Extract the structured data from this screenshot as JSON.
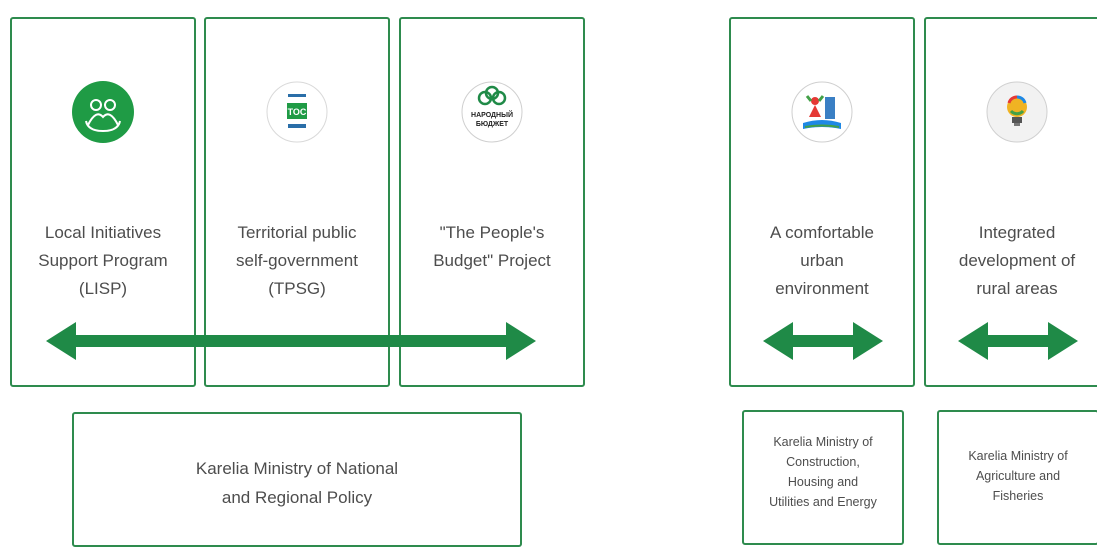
{
  "colors": {
    "accent": "#2e8b4e",
    "arrow": "#1f8a47",
    "text": "#4d4d4d"
  },
  "programs": [
    {
      "id": "lisp",
      "icon": "lisp-logo-icon",
      "label": "Local Initiatives\nSupport Program\n(LISP)"
    },
    {
      "id": "tpsg",
      "icon": "tos-logo-icon",
      "label": "Territorial public\nself-government\n(TPSG)",
      "logo_text": "ТОС"
    },
    {
      "id": "peoples-budget",
      "icon": "peoples-budget-logo-icon",
      "label": "\"The People's\nBudget\" Project",
      "logo_text_1": "НАРОДНЫЙ",
      "logo_text_2": "БЮДЖЕТ"
    },
    {
      "id": "urban",
      "icon": "urban-environment-logo-icon",
      "label": "A comfortable\nurban\nenvironment"
    },
    {
      "id": "rural",
      "icon": "lightbulb-logo-icon",
      "label": "Integrated\ndevelopment of\nrural areas"
    }
  ],
  "ministries": [
    {
      "id": "national",
      "label": "Karelia Ministry of National\nand Regional Policy"
    },
    {
      "id": "construction",
      "label": "Karelia Ministry of\nConstruction,\nHousing and\nUtilities and Energy"
    },
    {
      "id": "agriculture",
      "label": "Karelia Ministry of\nAgriculture and\nFisheries"
    }
  ]
}
